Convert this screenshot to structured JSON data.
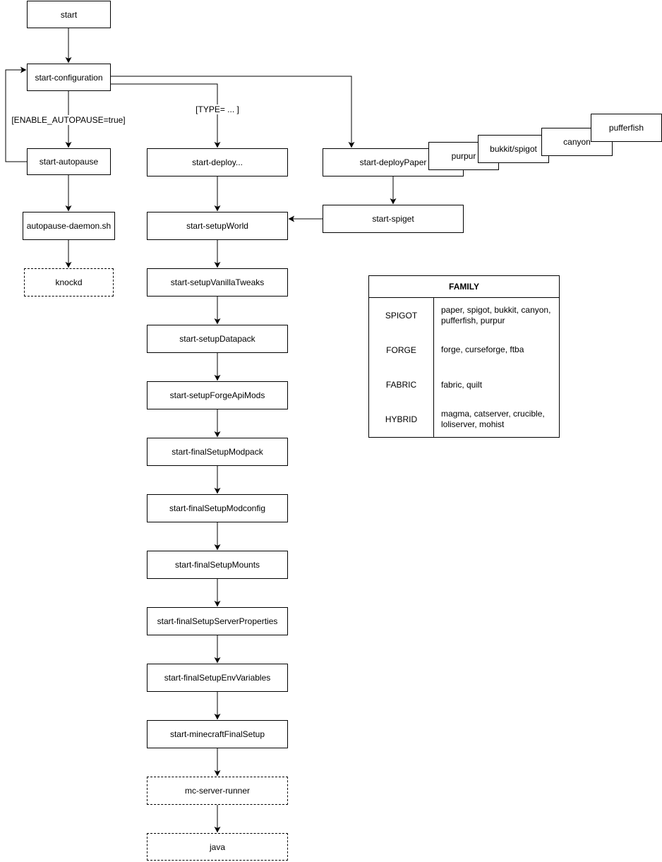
{
  "colors": {
    "stroke": "#000000",
    "fill": "#ffffff",
    "text": "#000000"
  },
  "nodes": {
    "start": {
      "label": "start"
    },
    "startConfiguration": {
      "label": "start-configuration"
    },
    "startAutopause": {
      "label": "start-autopause"
    },
    "autopauseDaemon": {
      "label": "autopause-daemon.sh"
    },
    "knockd": {
      "label": "knockd"
    },
    "startDeploy": {
      "label": "start-deploy..."
    },
    "startSetupWorld": {
      "label": "start-setupWorld"
    },
    "startSetupVanillaTweaks": {
      "label": "start-setupVanillaTweaks"
    },
    "startSetupDatapack": {
      "label": "start-setupDatapack"
    },
    "startSetupForgeApiMods": {
      "label": "start-setupForgeApiMods"
    },
    "startFinalSetupModpack": {
      "label": "start-finalSetupModpack"
    },
    "startFinalSetupModconfig": {
      "label": "start-finalSetupModconfig"
    },
    "startFinalSetupMounts": {
      "label": "start-finalSetupMounts"
    },
    "startFinalSetupServerProperties": {
      "label": "start-finalSetupServerProperties"
    },
    "startFinalSetupEnvVariables": {
      "label": "start-finalSetupEnvVariables"
    },
    "startMinecraftFinalSetup": {
      "label": "start-minecraftFinalSetup"
    },
    "mcServerRunner": {
      "label": "mc-server-runner"
    },
    "java": {
      "label": "java"
    },
    "startDeployPaper": {
      "label": "start-deployPaper"
    },
    "startSpiget": {
      "label": "start-spiget"
    },
    "purpur": {
      "label": "purpur"
    },
    "bukkitSpigot": {
      "label": "bukkit/spigot"
    },
    "canyon": {
      "label": "canyon"
    },
    "pufferfish": {
      "label": "pufferfish"
    }
  },
  "edge_labels": {
    "enable_autopause": "[ENABLE_AUTOPAUSE=true]",
    "type_condition": "[TYPE= ... ]"
  },
  "family_table": {
    "title": "FAMILY",
    "rows": [
      {
        "family": "SPIGOT",
        "members": "paper, spigot, bukkit, canyon, pufferfish, purpur"
      },
      {
        "family": "FORGE",
        "members": "forge, curseforge, ftba"
      },
      {
        "family": "FABRIC",
        "members": "fabric, quilt"
      },
      {
        "family": "HYBRID",
        "members": "magma, catserver, crucible, loliserver, mohist"
      }
    ]
  }
}
